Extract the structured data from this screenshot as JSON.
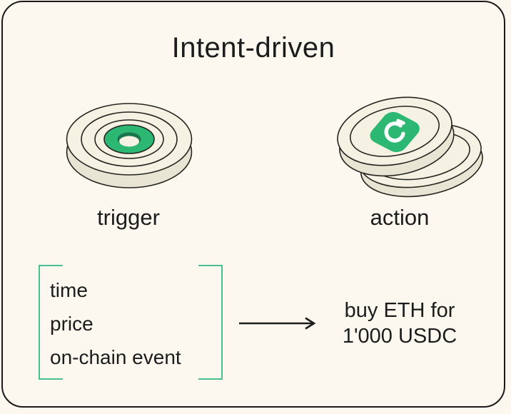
{
  "title": "Intent-driven",
  "colors": {
    "background": "#FCF8EF",
    "card_border": "#1A1A1A",
    "text": "#1C1C1C",
    "green": "#2CB873",
    "green_dark": "#19764C",
    "bracket_green": "#47C192",
    "coin_face": "#F5F2E3",
    "coin_side": "#E8E5D4",
    "outline": "#26241F",
    "logo_glyph": "#FFFFFF"
  },
  "trigger": {
    "label": "trigger",
    "items": [
      "time",
      "price",
      "on-chain event"
    ]
  },
  "action": {
    "label": "action",
    "line1": "buy ETH for",
    "line2": "1'000 USDC"
  },
  "icons": {
    "trigger_illustration": "concentric-disc-target-icon",
    "action_illustration": "coin-stack-icon",
    "coin_logo": "green-diamond-token-logo-icon",
    "arrow": "right-arrow-icon"
  }
}
